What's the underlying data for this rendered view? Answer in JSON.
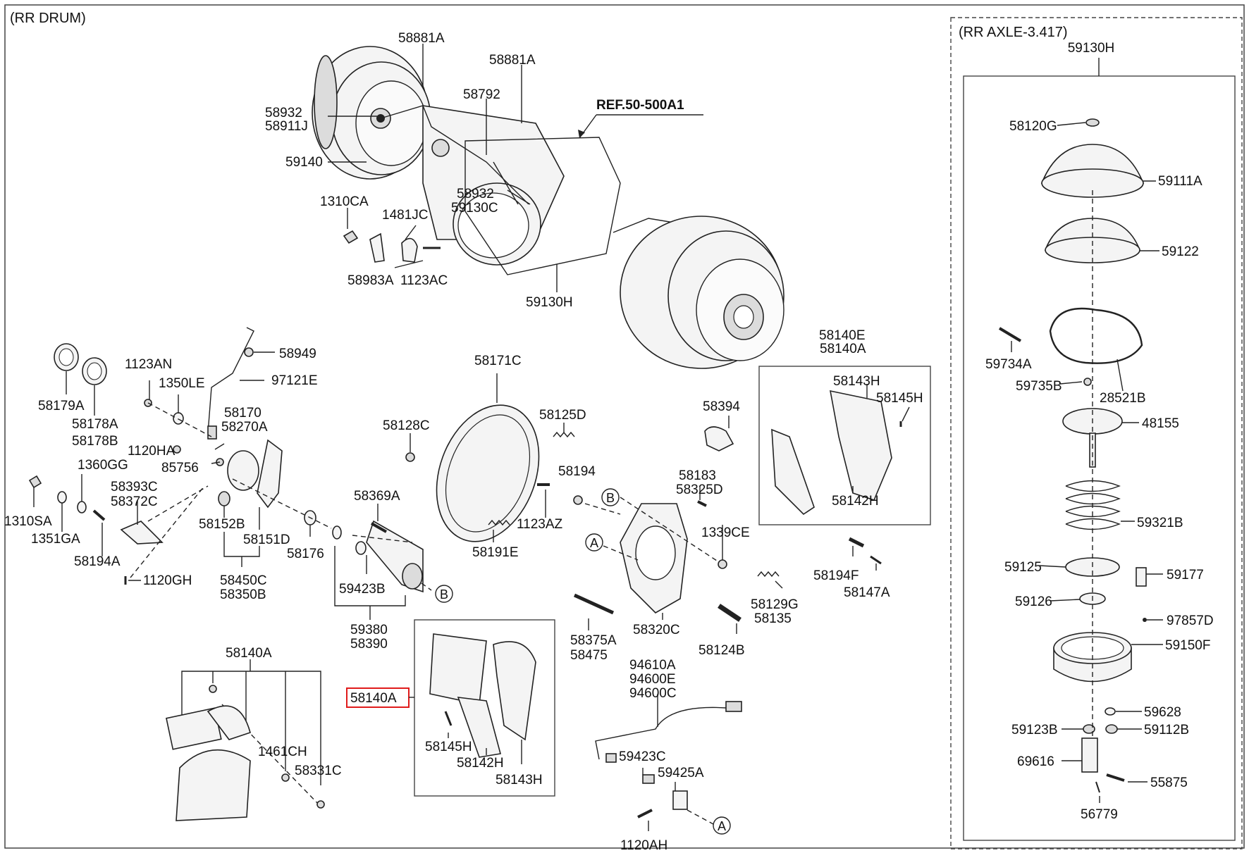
{
  "titles": {
    "main": "(RR DRUM)",
    "axle": "(RR AXLE-3.417)",
    "axle_group": "59130H",
    "ref": "REF.50-500A1"
  },
  "callouts": {
    "A": "A",
    "B": "B"
  },
  "labels": {
    "top": [
      "58881A",
      "58881A",
      "58792",
      "58932",
      "58911J",
      "59140",
      "58932",
      "59130C",
      "1310CA",
      "1481JC",
      "58983A",
      "1123AC",
      "59130H"
    ],
    "left": [
      "58179A",
      "58178A",
      "58178B",
      "1123AN",
      "1350LE",
      "58949",
      "97121E",
      "58170",
      "58270A",
      "1120HA",
      "85756",
      "1360GG",
      "1310SA",
      "1351GA",
      "58393C",
      "58372C",
      "58194A",
      "1120GH",
      "58152B",
      "58151D",
      "58176",
      "58450C",
      "58350B"
    ],
    "middle": [
      "58171C",
      "58128C",
      "58125D",
      "58194",
      "1123AZ",
      "58191E",
      "58369A",
      "59423B",
      "59380",
      "58390",
      "58140A"
    ],
    "right": [
      "58394",
      "58183",
      "58325D",
      "1339CE",
      "58140E",
      "58140A",
      "58143H",
      "58145H",
      "58142H",
      "58194F",
      "58147A",
      "58129G",
      "58135",
      "58320C",
      "58375A",
      "58475",
      "58124B"
    ],
    "bottom": [
      "58140A",
      "1461CH",
      "58331C",
      "58145H",
      "58142H",
      "58143H",
      "94610A",
      "94600E",
      "94600C",
      "59423C",
      "59425A",
      "1120AH"
    ],
    "axle": [
      "58120G",
      "59111A",
      "59122",
      "59734A",
      "59735B",
      "28521B",
      "48155",
      "59321B",
      "59125",
      "59177",
      "59126",
      "97857D",
      "59150F",
      "59628",
      "59123B",
      "59112B",
      "69616",
      "55875",
      "56779"
    ]
  },
  "highlight": "58140A"
}
